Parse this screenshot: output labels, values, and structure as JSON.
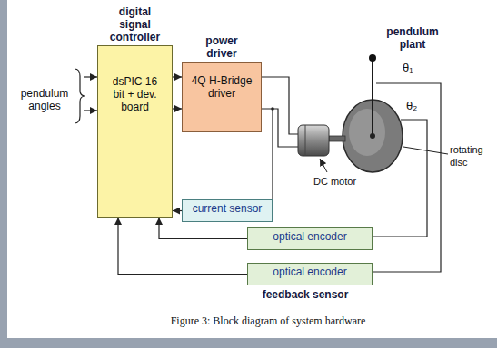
{
  "diagram": {
    "caption": "Figure 3: Block diagram of system hardware",
    "nodes": [
      {
        "text": [
          "digital signal controller",
          "dsPIC 16 bit + dev. board"
        ]
      },
      {
        "text": [
          "power driver",
          "4Q H-Bridge driver"
        ]
      },
      {
        "text": [
          "current sensor"
        ]
      },
      {
        "text": [
          "optical encoder"
        ]
      },
      {
        "text": [
          "optical encoder"
        ]
      }
    ],
    "edges": [
      {
        "from": 0,
        "to": 1,
        "arrow": "to"
      },
      {
        "from": 0,
        "to": 1,
        "arrow": "to"
      },
      {
        "from": 2,
        "to": 0,
        "arrow": "to"
      },
      {
        "from": 3,
        "to": 0,
        "arrow": "to"
      },
      {
        "from": 4,
        "to": 0,
        "arrow": "to"
      }
    ],
    "labels": [
      "pendulum angles",
      "pendulum plant",
      "θ₁",
      "θ₂",
      "DC motor",
      "rotating disc",
      "feedback sensor"
    ]
  }
}
